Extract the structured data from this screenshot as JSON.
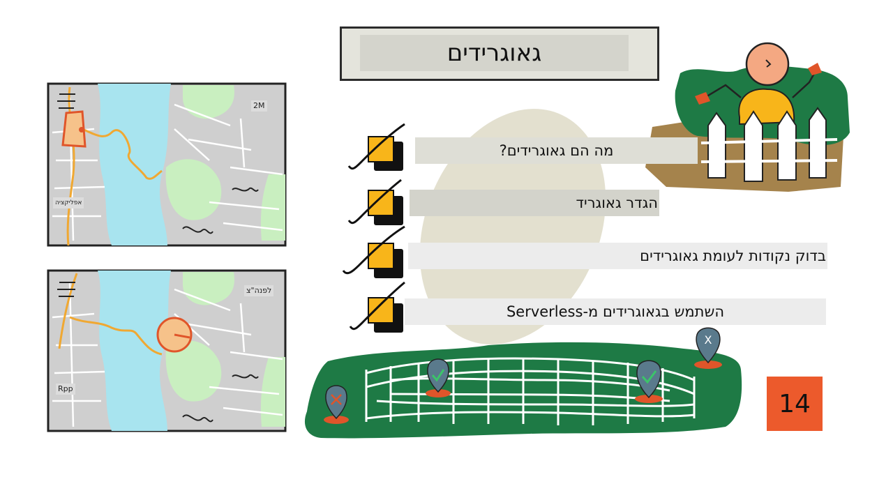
{
  "title": "גאוגרידים",
  "checklist": [
    {
      "label": "מה הם גאוגרידים?"
    },
    {
      "label": "הגדר גאוגריד"
    },
    {
      "label": "בדוק נקודות לעומת גאוגרידים"
    },
    {
      "label": "השתמש בגאוגרידים מ-Serverless"
    }
  ],
  "maps": {
    "top": {
      "scale_label": "2M",
      "app_label": "אפליקציה"
    },
    "bottom": {
      "tag_label": "לפנה\"צ",
      "app_label": "Rpp"
    }
  },
  "fence_markers": [
    "X"
  ],
  "page_number": "14",
  "colors": {
    "accent": "#ec5a2c",
    "water": "#a8e4ef",
    "grass": "#1e7a45",
    "checkbox": "#f8b51a"
  }
}
